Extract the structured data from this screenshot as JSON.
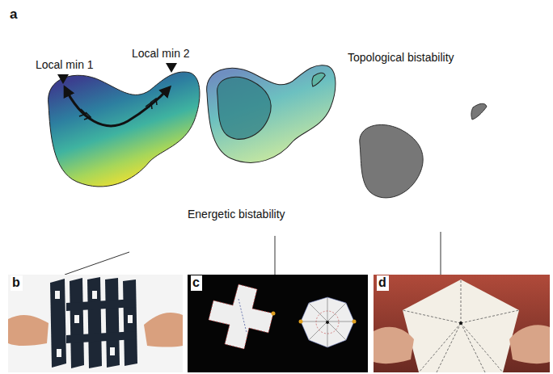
{
  "diagram": {
    "nodes": [
      {
        "text": [
          "Energetic bistability"
        ]
      },
      {
        "text": [
          "Topological bistability"
        ]
      }
    ],
    "labels": [
      "a",
      "Local min 1",
      "Local min 2",
      "b",
      "c",
      "d"
    ]
  }
}
